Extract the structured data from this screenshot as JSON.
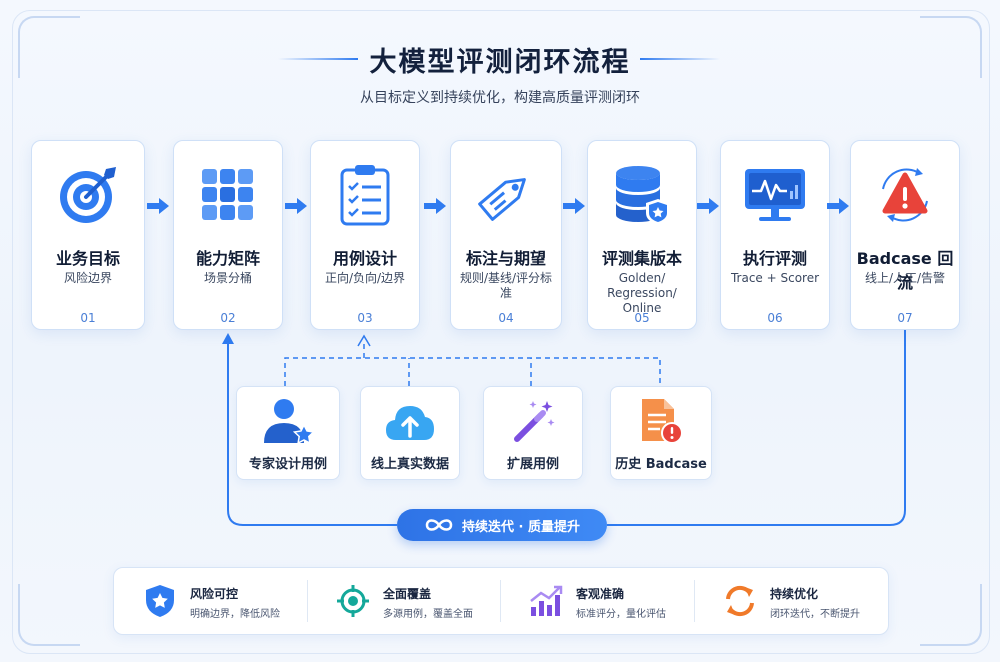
{
  "header": {
    "title": "大模型评测闭环流程",
    "subtitle": "从目标定义到持续优化，构建高质量评测闭环"
  },
  "steps": [
    {
      "name": "业务目标",
      "desc": "风险边界",
      "num": "01",
      "icon": "target-icon"
    },
    {
      "name": "能力矩阵",
      "desc": "场景分桶",
      "num": "02",
      "icon": "grid-icon"
    },
    {
      "name": "用例设计",
      "desc": "正向/负向/边界",
      "num": "03",
      "icon": "checklist-icon"
    },
    {
      "name": "标注与期望",
      "desc": "规则/基线/评分标准",
      "num": "04",
      "icon": "tag-icon"
    },
    {
      "name": "评测集版本",
      "desc": "Golden/ Regression/ Online",
      "num": "05",
      "icon": "database-shield-icon"
    },
    {
      "name": "执行评测",
      "desc": "Trace + Scorer",
      "num": "06",
      "icon": "monitor-chart-icon"
    },
    {
      "name": "Badcase 回流",
      "desc": "线上/人工/告警",
      "num": "07",
      "icon": "alert-cycle-icon"
    }
  ],
  "sources": [
    {
      "label": "专家设计用例",
      "icon": "expert-user-icon"
    },
    {
      "label": "线上真实数据",
      "icon": "cloud-upload-icon"
    },
    {
      "label": "扩展用例",
      "icon": "magic-wand-icon"
    },
    {
      "label": "历史 Badcase",
      "icon": "document-alert-icon"
    }
  ],
  "loop": {
    "label": "持续迭代 · 质量提升",
    "icon": "infinity-icon"
  },
  "features": [
    {
      "title": "风险可控",
      "desc": "明确边界，降低风险",
      "icon": "shield-star-icon",
      "color": "#2f7bf0"
    },
    {
      "title": "全面覆盖",
      "desc": "多源用例，覆盖全面",
      "icon": "crosshair-icon",
      "color": "#14a89a"
    },
    {
      "title": "客观准确",
      "desc": "标准评分，量化评估",
      "icon": "trend-chart-icon",
      "color": "#7b4fe0"
    },
    {
      "title": "持续优化",
      "desc": "闭环迭代，不断提升",
      "icon": "refresh-icon",
      "color": "#f07a2a"
    }
  ],
  "colors": {
    "accent": "#2f7bf0",
    "alert": "#e8433a"
  }
}
